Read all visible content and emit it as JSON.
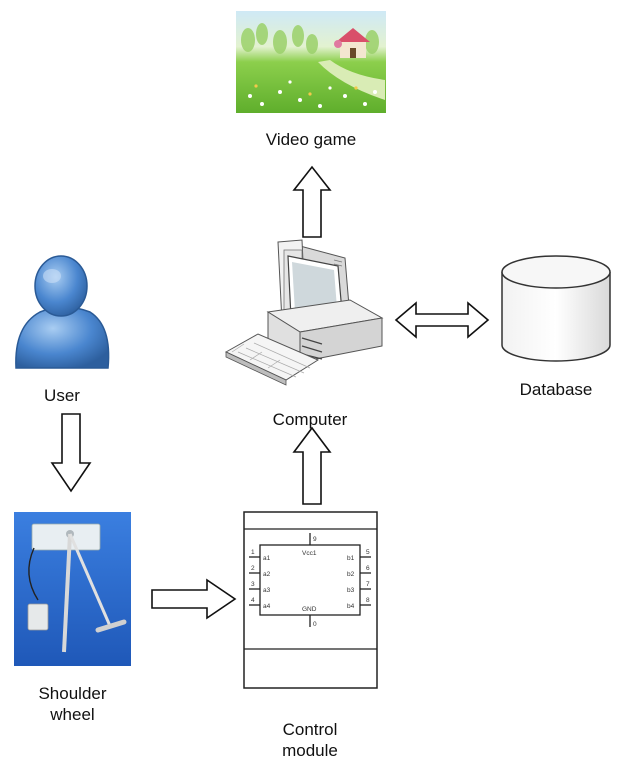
{
  "nodes": {
    "video_game": {
      "label": "Video game"
    },
    "computer": {
      "label": "Computer"
    },
    "database": {
      "label": "Database"
    },
    "user": {
      "label": "User"
    },
    "shoulder_wheel": {
      "label_line1": "Shoulder",
      "label_line2": "wheel"
    },
    "control_module": {
      "label_line1": "Control",
      "label_line2": "module",
      "chip": {
        "top_label": "Vcc1",
        "bottom_label": "GND",
        "top_pin": "9",
        "bottom_pin": "0",
        "left_pins": [
          "1",
          "2",
          "3",
          "4"
        ],
        "left_ports": [
          "a1",
          "a2",
          "a3",
          "a4"
        ],
        "right_pins": [
          "5",
          "6",
          "7",
          "8"
        ],
        "right_ports": [
          "b1",
          "b2",
          "b3",
          "b4"
        ]
      }
    }
  },
  "edges": [
    {
      "from": "computer",
      "to": "video_game",
      "direction": "up"
    },
    {
      "from": "computer",
      "to": "database",
      "direction": "both"
    },
    {
      "from": "user",
      "to": "shoulder_wheel",
      "direction": "down"
    },
    {
      "from": "shoulder_wheel",
      "to": "control_module",
      "direction": "right"
    },
    {
      "from": "control_module",
      "to": "computer",
      "direction": "up"
    }
  ],
  "colors": {
    "user_body": "#3f7bc8",
    "user_highlight": "#9cc4ee",
    "photo_background": "#2f6fd6",
    "game_sky": "#c9e8f7",
    "game_grass": "#79c43e",
    "arrow_outline": "#111111"
  }
}
